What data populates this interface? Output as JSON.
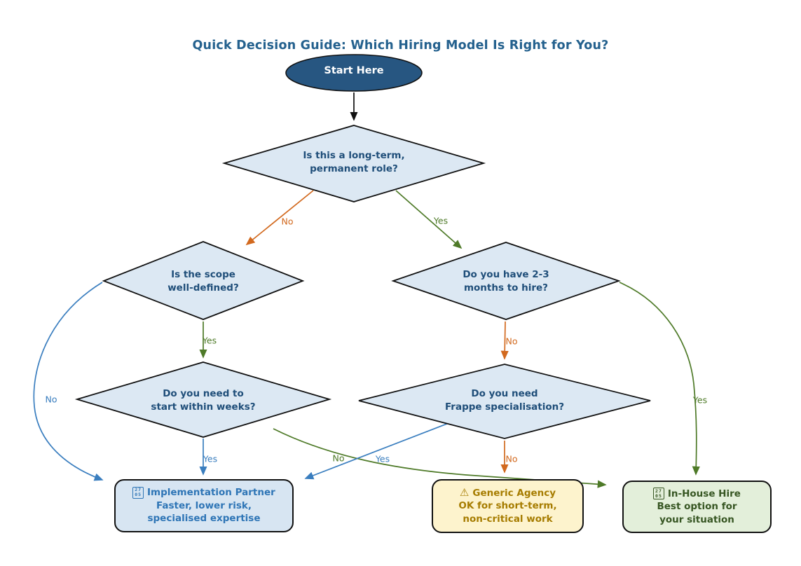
{
  "title": "Quick Decision Guide: Which Hiring Model Is Right for You?",
  "start": {
    "label": "Start Here"
  },
  "decisions": {
    "longterm": {
      "line1": "Is this a long-term,",
      "line2": "permanent role?"
    },
    "scope": {
      "line1": "Is the scope",
      "line2": "well-defined?"
    },
    "months": {
      "line1": "Do you have 2-3",
      "line2": "months to hire?"
    },
    "weeks": {
      "line1": "Do you need to",
      "line2": "start within weeks?"
    },
    "frappe": {
      "line1": "Do you need",
      "line2": "Frappe specialisation?"
    }
  },
  "edge_labels": {
    "longterm_no": "No",
    "longterm_yes": "Yes",
    "scope_no": "No",
    "scope_yes": "Yes",
    "months_no": "No",
    "months_yes": "Yes",
    "weeks_yes": "Yes",
    "weeks_no": "No",
    "frappe_yes": "Yes",
    "frappe_no": "No"
  },
  "outcomes": {
    "partner": {
      "icon": "missing-glyph-check-mark-u2705",
      "icon_rows": [
        "27",
        "05"
      ],
      "title": "Implementation Partner",
      "line2": "Faster, lower risk,",
      "line3": "specialised expertise"
    },
    "agency": {
      "icon": "warning-sign",
      "icon_char": "⚠",
      "title": "Generic Agency",
      "line2": "OK for short-term,",
      "line3": "non-critical work"
    },
    "inhouse": {
      "icon": "missing-glyph-check-mark-u2705",
      "icon_rows": [
        "27",
        "05"
      ],
      "title": "In-House Hire",
      "line2": "Best option for",
      "line3": "your situation"
    }
  },
  "colors": {
    "title_text": "#24618e",
    "decision_fill": "#dce8f3",
    "decision_text": "#1f4e79",
    "start_fill": "#275681",
    "start_text": "#ffffff",
    "yes_green": "#4e7a28",
    "no_orange": "#d2691e",
    "path_blue": "#3a7ebf",
    "partner_bg": "#d7e5f2",
    "partner_text": "#2e75b6",
    "agency_bg": "#fdf3cd",
    "agency_text": "#a67c00",
    "inhouse_bg": "#e3efda",
    "inhouse_text": "#375623"
  }
}
